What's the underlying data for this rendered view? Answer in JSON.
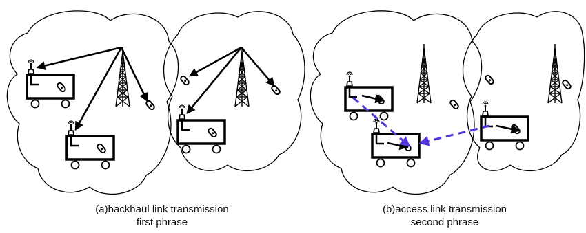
{
  "panels": [
    {
      "caption_line1": "(a)backhaul link transmission",
      "caption_line2": "first phrase"
    },
    {
      "caption_line1": "(b)access link transmission",
      "caption_line2": "second phrase"
    }
  ],
  "colors": {
    "ink": "#000000",
    "relay_link": "#5533dd"
  },
  "icons": [
    "cloud-cell-outline",
    "cell-tower-icon",
    "vehicle-relay-icon",
    "mobile-phone-icon",
    "antenna-icon"
  ]
}
